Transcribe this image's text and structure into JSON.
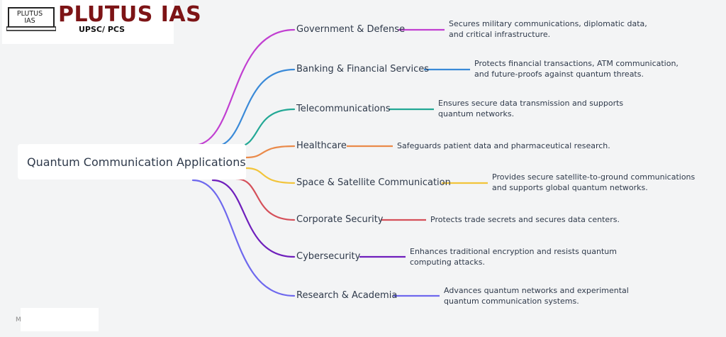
{
  "logo": {
    "laptop_line1": "PLUTUS",
    "laptop_line2": "IAS",
    "name": "PLUTUS IAS",
    "tagline": "UPSC/ PCS"
  },
  "center": {
    "label": "Quantum Communication Applications"
  },
  "branches": [
    {
      "label": "Government & Defense",
      "description": "Secures military communications, diplomatic data, and critical infrastructure.",
      "color": "#c13fd1"
    },
    {
      "label": "Banking & Financial Services",
      "description": "Protects financial transactions, ATM communication, and future-proofs against quantum threats.",
      "color": "#3a8ad8"
    },
    {
      "label": "Telecommunications",
      "description": "Ensures secure data transmission and supports quantum networks.",
      "color": "#23a895"
    },
    {
      "label": "Healthcare",
      "description": "Safeguards patient data and pharmaceutical research.",
      "color": "#ea8a4a"
    },
    {
      "label": "Space & Satellite Communication",
      "description": "Provides secure satellite-to-ground communications and supports global quantum networks.",
      "color": "#f2c43a"
    },
    {
      "label": "Corporate Security",
      "description": "Protects trade secrets and secures data centers.",
      "color": "#d5505a"
    },
    {
      "label": "Cybersecurity",
      "description": "Enhances traditional encryption and resists quantum computing attacks.",
      "color": "#6f1fbc"
    },
    {
      "label": "Research & Academia",
      "description": "Advances quantum networks and experimental quantum communication systems.",
      "color": "#6e68ee"
    }
  ],
  "footer": {
    "partial_text": "M"
  }
}
